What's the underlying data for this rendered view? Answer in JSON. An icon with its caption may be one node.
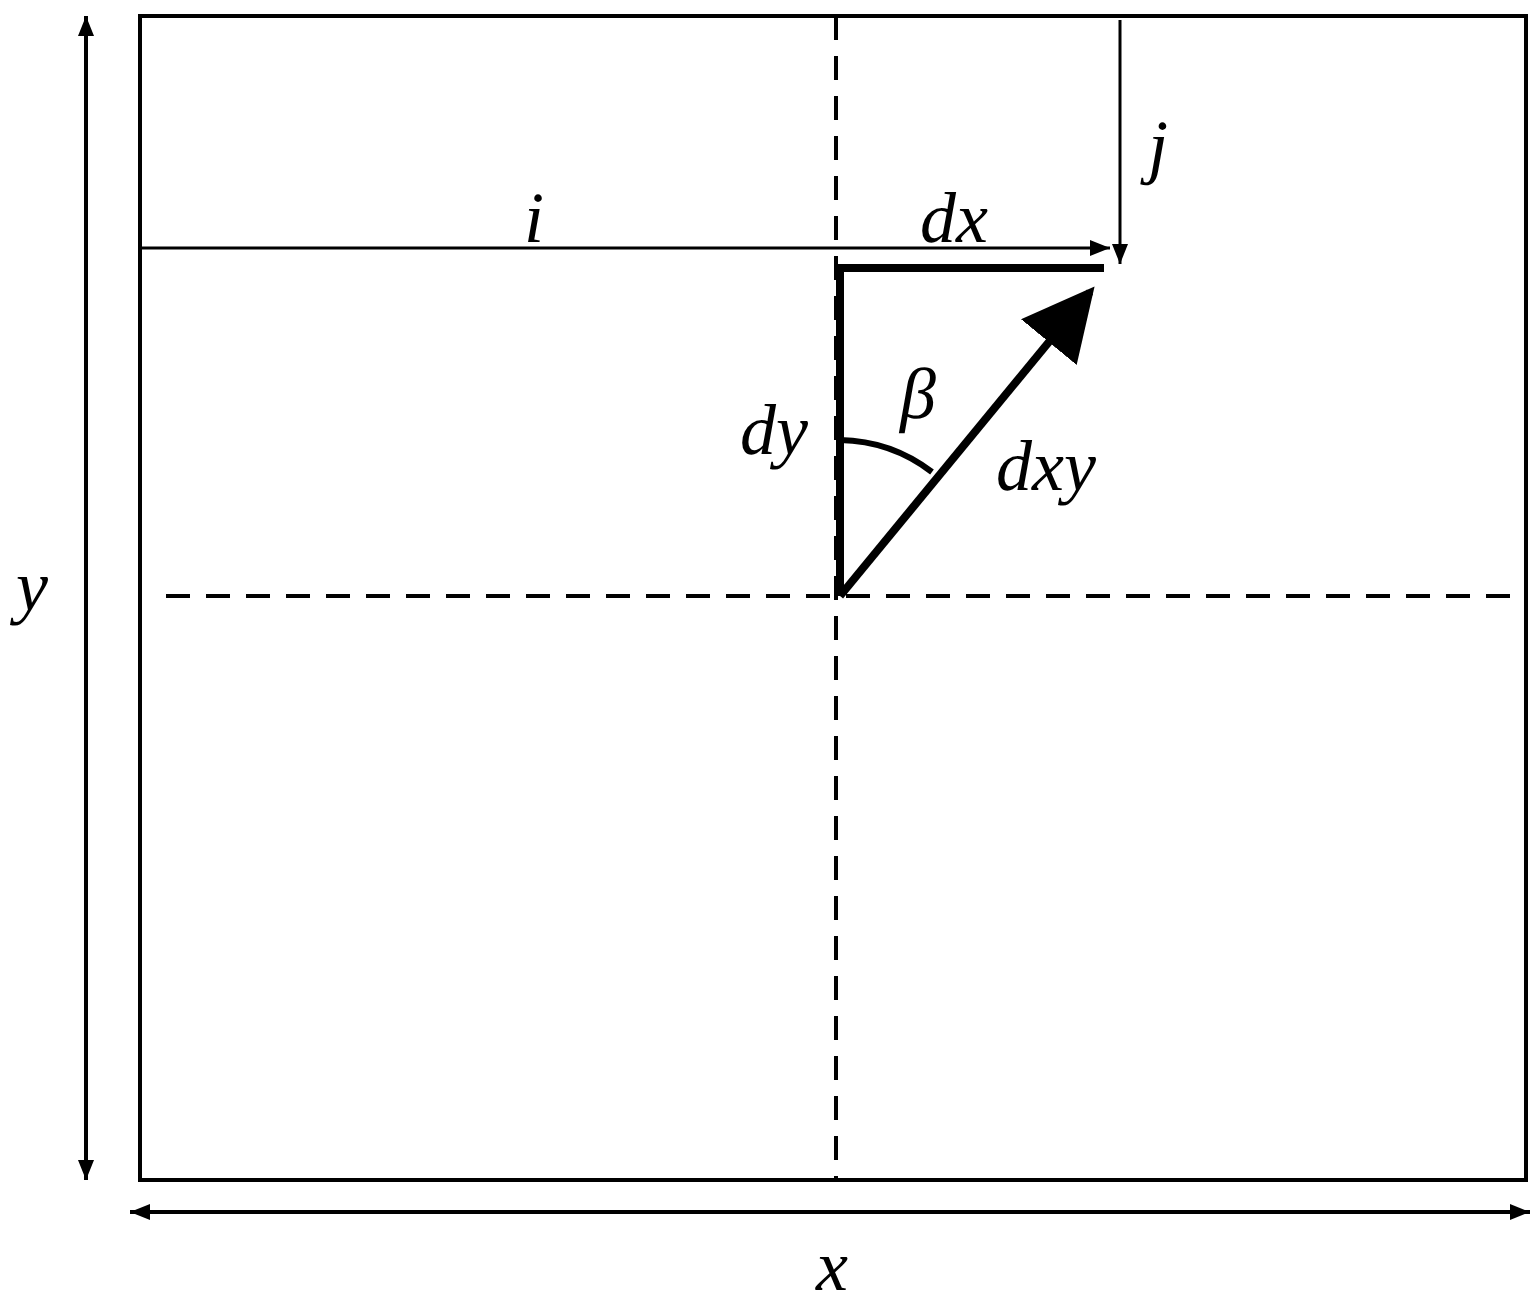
{
  "diagram": {
    "labels": [
      "j",
      "i",
      "dx",
      "dy",
      "β",
      "dxy",
      "y",
      "x"
    ]
  }
}
